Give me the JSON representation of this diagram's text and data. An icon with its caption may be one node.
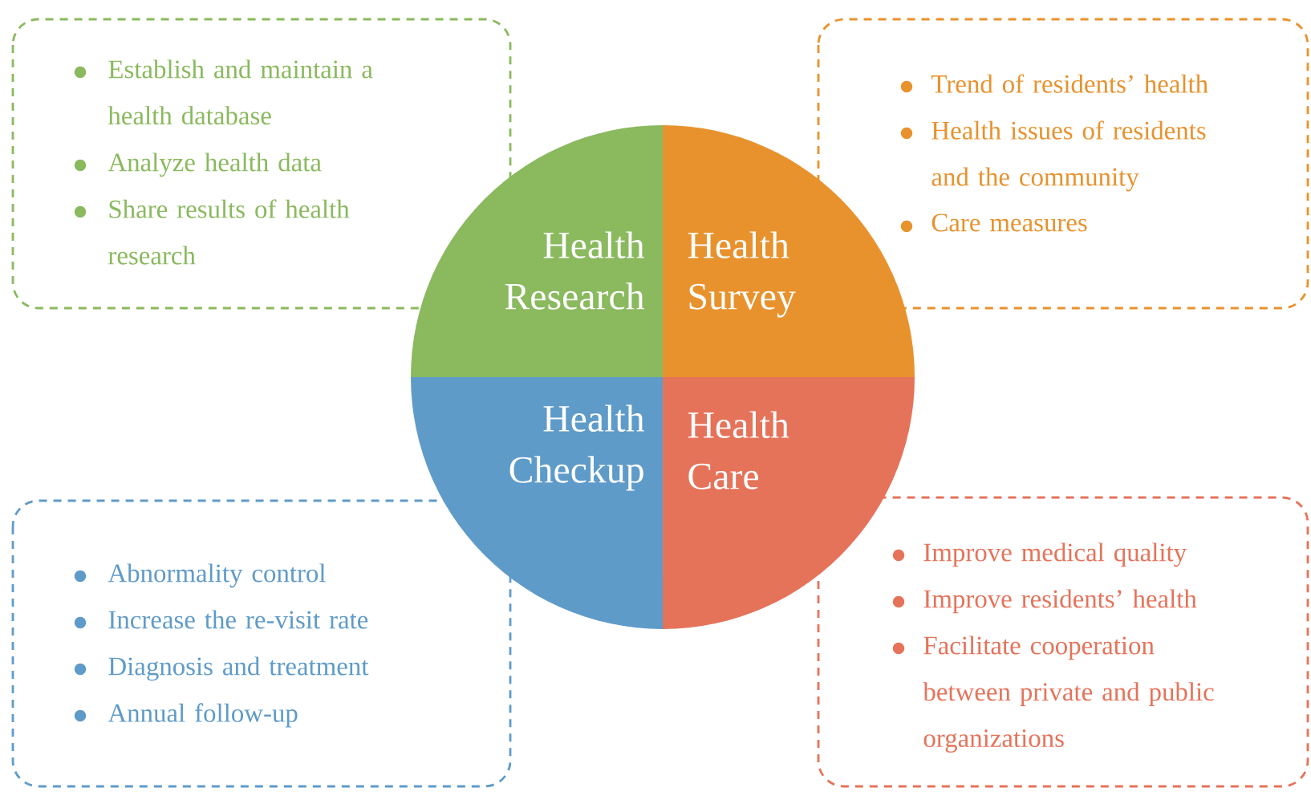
{
  "diagram": {
    "nodes": [
      {
        "text": [
          "Establish and maintain a health database",
          "Analyze health data",
          "Share results of health research"
        ]
      },
      {
        "text": [
          "Trend of residents’ health",
          "Health issues of residents and the community",
          "Care measures"
        ]
      },
      {
        "text": [
          "Health Research"
        ]
      },
      {
        "text": [
          "Health Survey"
        ]
      },
      {
        "text": [
          "Health Checkup"
        ]
      },
      {
        "text": [
          "Health Care"
        ]
      },
      {
        "text": [
          "Abnormality control",
          "Increase the re-visit rate",
          "Diagnosis and treatment",
          "Annual follow-up"
        ]
      },
      {
        "text": [
          "Improve medical quality",
          "Improve residents’ health",
          "Facilitate cooperation between private and public organizations"
        ]
      }
    ]
  }
}
